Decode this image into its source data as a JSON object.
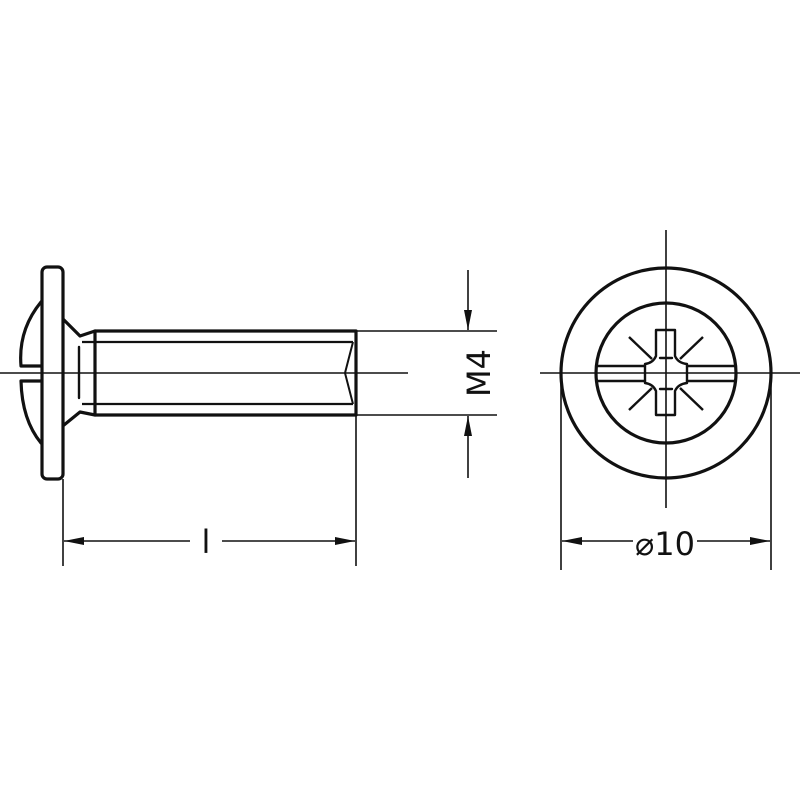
{
  "drawing": {
    "length_label": "l",
    "thread_label": "M4",
    "diameter_label": "⌀10"
  },
  "colors": {
    "line": "#111111",
    "background": "#ffffff"
  }
}
